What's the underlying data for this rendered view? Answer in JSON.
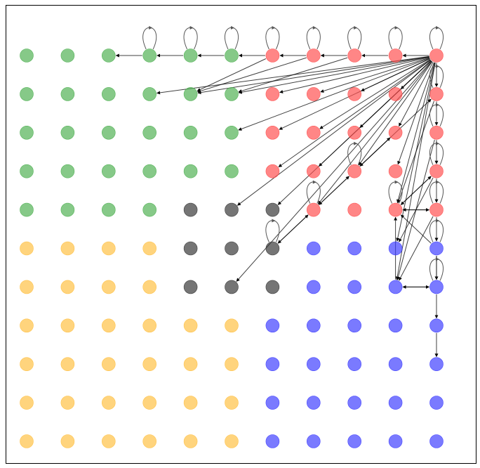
{
  "chart_data": {
    "type": "network-graph",
    "grid": {
      "rows": 11,
      "cols": 11
    },
    "colors": {
      "green": "#4caf50",
      "red": "#ff4c4c",
      "gray": "#333333",
      "orange": "#ffbf40",
      "blue": "#3b3bff",
      "edge": "#000000",
      "loop": "#555555"
    },
    "node_colors": [
      [
        "green",
        "green",
        "green",
        "green",
        "green",
        "green",
        "red",
        "red",
        "red",
        "red",
        "red"
      ],
      [
        "green",
        "green",
        "green",
        "green",
        "green",
        "green",
        "red",
        "red",
        "red",
        "red",
        "red"
      ],
      [
        "green",
        "green",
        "green",
        "green",
        "green",
        "green",
        "red",
        "red",
        "red",
        "red",
        "red"
      ],
      [
        "green",
        "green",
        "green",
        "green",
        "green",
        "green",
        "red",
        "red",
        "red",
        "red",
        "red"
      ],
      [
        "green",
        "green",
        "green",
        "green",
        "gray",
        "gray",
        "gray",
        "red",
        "red",
        "red",
        "red"
      ],
      [
        "orange",
        "orange",
        "orange",
        "orange",
        "gray",
        "gray",
        "gray",
        "blue",
        "blue",
        "blue",
        "blue"
      ],
      [
        "orange",
        "orange",
        "orange",
        "orange",
        "gray",
        "gray",
        "gray",
        "blue",
        "blue",
        "blue",
        "blue"
      ],
      [
        "orange",
        "orange",
        "orange",
        "orange",
        "orange",
        "orange",
        "blue",
        "blue",
        "blue",
        "blue",
        "blue"
      ],
      [
        "orange",
        "orange",
        "orange",
        "orange",
        "orange",
        "orange",
        "blue",
        "blue",
        "blue",
        "blue",
        "blue"
      ],
      [
        "orange",
        "orange",
        "orange",
        "orange",
        "orange",
        "orange",
        "blue",
        "blue",
        "blue",
        "blue",
        "blue"
      ],
      [
        "orange",
        "orange",
        "orange",
        "orange",
        "orange",
        "orange",
        "blue",
        "blue",
        "blue",
        "blue",
        "blue"
      ]
    ],
    "self_loops": [
      [
        0,
        3
      ],
      [
        0,
        4
      ],
      [
        0,
        5
      ],
      [
        0,
        6
      ],
      [
        0,
        7
      ],
      [
        0,
        8
      ],
      [
        0,
        9
      ],
      [
        0,
        10
      ],
      [
        1,
        10
      ],
      [
        2,
        10
      ],
      [
        3,
        10
      ],
      [
        4,
        10
      ],
      [
        5,
        10
      ],
      [
        6,
        10
      ],
      [
        3,
        8
      ],
      [
        4,
        7
      ],
      [
        4,
        9
      ],
      [
        5,
        6
      ]
    ],
    "edges": [
      [
        [
          0,
          10
        ],
        [
          0,
          9
        ]
      ],
      [
        [
          0,
          9
        ],
        [
          0,
          8
        ]
      ],
      [
        [
          0,
          8
        ],
        [
          0,
          7
        ]
      ],
      [
        [
          0,
          7
        ],
        [
          0,
          6
        ]
      ],
      [
        [
          0,
          6
        ],
        [
          0,
          5
        ]
      ],
      [
        [
          0,
          5
        ],
        [
          0,
          4
        ]
      ],
      [
        [
          0,
          4
        ],
        [
          0,
          3
        ]
      ],
      [
        [
          0,
          3
        ],
        [
          0,
          2
        ]
      ],
      [
        [
          0,
          10
        ],
        [
          1,
          3
        ]
      ],
      [
        [
          0,
          10
        ],
        [
          1,
          4
        ]
      ],
      [
        [
          0,
          10
        ],
        [
          1,
          5
        ]
      ],
      [
        [
          0,
          10
        ],
        [
          1,
          6
        ]
      ],
      [
        [
          0,
          10
        ],
        [
          1,
          7
        ]
      ],
      [
        [
          0,
          10
        ],
        [
          1,
          8
        ]
      ],
      [
        [
          0,
          10
        ],
        [
          1,
          9
        ]
      ],
      [
        [
          0,
          10
        ],
        [
          2,
          5
        ]
      ],
      [
        [
          0,
          10
        ],
        [
          2,
          6
        ]
      ],
      [
        [
          0,
          10
        ],
        [
          2,
          7
        ]
      ],
      [
        [
          0,
          10
        ],
        [
          2,
          8
        ]
      ],
      [
        [
          0,
          10
        ],
        [
          2,
          9
        ]
      ],
      [
        [
          0,
          10
        ],
        [
          3,
          6
        ]
      ],
      [
        [
          0,
          10
        ],
        [
          3,
          7
        ]
      ],
      [
        [
          0,
          10
        ],
        [
          3,
          8
        ]
      ],
      [
        [
          0,
          10
        ],
        [
          3,
          9
        ]
      ],
      [
        [
          0,
          10
        ],
        [
          4,
          5
        ]
      ],
      [
        [
          0,
          10
        ],
        [
          4,
          6
        ]
      ],
      [
        [
          0,
          10
        ],
        [
          4,
          7
        ]
      ],
      [
        [
          0,
          10
        ],
        [
          4,
          9
        ]
      ],
      [
        [
          0,
          10
        ],
        [
          5,
          9
        ]
      ],
      [
        [
          0,
          10
        ],
        [
          6,
          5
        ]
      ],
      [
        [
          0,
          10
        ],
        [
          6,
          9
        ]
      ],
      [
        [
          0,
          6
        ],
        [
          1,
          4
        ]
      ],
      [
        [
          0,
          7
        ],
        [
          1,
          4
        ]
      ],
      [
        [
          0,
          8
        ],
        [
          1,
          5
        ]
      ],
      [
        [
          0,
          10
        ],
        [
          1,
          10
        ]
      ],
      [
        [
          1,
          10
        ],
        [
          2,
          10
        ]
      ],
      [
        [
          2,
          10
        ],
        [
          3,
          10
        ]
      ],
      [
        [
          3,
          10
        ],
        [
          4,
          10
        ]
      ],
      [
        [
          4,
          10
        ],
        [
          5,
          10
        ]
      ],
      [
        [
          5,
          10
        ],
        [
          6,
          10
        ]
      ],
      [
        [
          6,
          10
        ],
        [
          7,
          10
        ]
      ],
      [
        [
          7,
          10
        ],
        [
          8,
          10
        ]
      ],
      [
        [
          3,
          10
        ],
        [
          4,
          9
        ]
      ],
      [
        [
          4,
          9
        ],
        [
          4,
          10
        ]
      ],
      [
        [
          4,
          10
        ],
        [
          4,
          9
        ]
      ],
      [
        [
          6,
          9
        ],
        [
          6,
          10
        ]
      ],
      [
        [
          6,
          10
        ],
        [
          6,
          9
        ]
      ],
      [
        [
          4,
          10
        ],
        [
          6,
          9
        ]
      ],
      [
        [
          5,
          10
        ],
        [
          4,
          9
        ]
      ],
      [
        [
          2,
          10
        ],
        [
          6,
          9
        ]
      ],
      [
        [
          3,
          10
        ],
        [
          5,
          9
        ]
      ],
      [
        [
          1,
          10
        ],
        [
          4,
          9
        ]
      ],
      [
        [
          3,
          8
        ],
        [
          4,
          7
        ]
      ],
      [
        [
          4,
          7
        ],
        [
          5,
          6
        ]
      ],
      [
        [
          5,
          6
        ],
        [
          4,
          7
        ]
      ],
      [
        [
          4,
          7
        ],
        [
          3,
          8
        ]
      ],
      [
        [
          3,
          8
        ],
        [
          2,
          9
        ]
      ],
      [
        [
          2,
          9
        ],
        [
          3,
          8
        ]
      ],
      [
        [
          3,
          8
        ],
        [
          1,
          10
        ]
      ],
      [
        [
          4,
          9
        ],
        [
          3,
          10
        ]
      ],
      [
        [
          5,
          10
        ],
        [
          6,
          10
        ]
      ],
      [
        [
          6,
          9
        ],
        [
          4,
          9
        ]
      ]
    ]
  }
}
